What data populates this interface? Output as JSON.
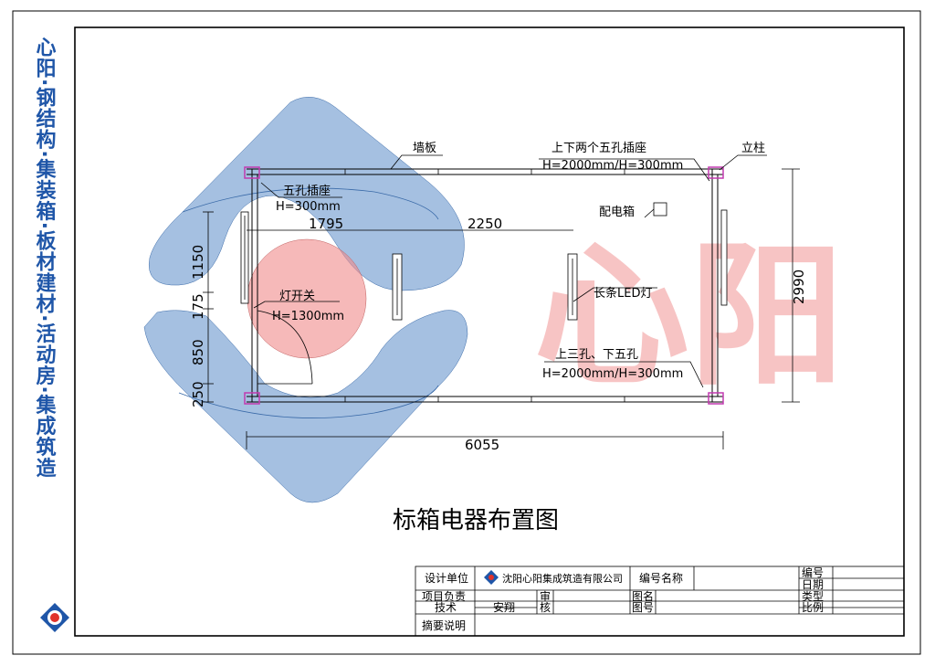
{
  "drawing": {
    "title": "标箱电器布置图",
    "brand_vertical": "心阳·钢结构·集装箱·板材建材·活动房·集成筑造",
    "watermark": "心阳",
    "labels": {
      "wall_panel": "墙板",
      "column": "立柱",
      "outlet_pair_title": "上下两个五孔插座",
      "outlet_pair_height": "H=2000mm/H=300mm",
      "outlet_five_title": "五孔插座",
      "outlet_five_height": "H=300mm",
      "distribution_box": "配电箱",
      "led_strip": "长条LED灯",
      "light_switch_title": "灯开关",
      "light_switch_height": "H=1300mm",
      "outlet_combo_title": "上三孔、下五孔",
      "outlet_combo_height": "H=2000mm/H=300mm"
    },
    "dimensions": {
      "d1795": "1795",
      "d2250": "2250",
      "d6055": "6055",
      "d2990": "2990",
      "d1150": "1150",
      "d175": "175",
      "d850": "850",
      "d250": "250"
    }
  },
  "title_block": {
    "design_unit_label": "设计单位",
    "company": "沈阳心阳集成筑造有限公司",
    "code_name_label": "编号名称",
    "number_label": "编号",
    "date_label": "日期",
    "project_lead_label": "项目负责",
    "technical_label": "技术",
    "technical_value": "安翔",
    "review_label_1": "审",
    "review_label_2": "核",
    "drawing_name_label": "图名",
    "drawing_number_label": "图号",
    "type_label": "类型",
    "scale_label": "比例",
    "summary_label": "摘要说明"
  },
  "colors": {
    "logo_blue": "#1f56a8",
    "logo_red": "#e0322b",
    "overlay_blue": "#5b8dc8",
    "overlay_red": "#f08a8a",
    "column_pink": "#c23ab0"
  }
}
